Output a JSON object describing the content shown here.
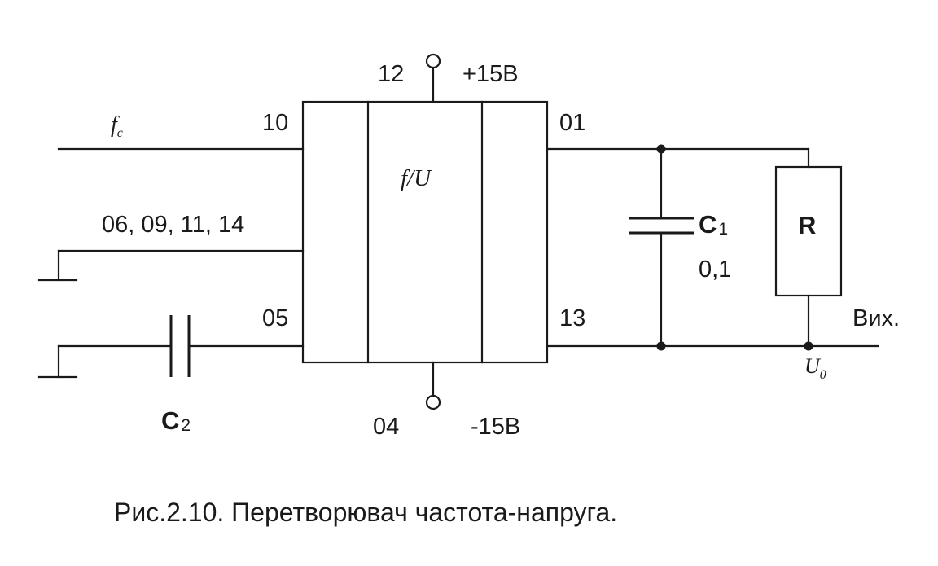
{
  "pins": {
    "p12": "12",
    "supply_pos": "+15В",
    "p10": "10",
    "p01": "01",
    "p_ground_group": "06, 09, 11, 14",
    "p05": "05",
    "p13": "13",
    "p04": "04",
    "supply_neg": "-15В"
  },
  "signals": {
    "fc_main": "f",
    "fc_sub": "c",
    "block_label": "f/U",
    "u0_main": "U",
    "u0_sub": "0",
    "output_label": "Вих."
  },
  "components": {
    "c1_letter": "C",
    "c1_index": "1",
    "c1_value": "0,1",
    "c2_letter": "C",
    "c2_index": "2",
    "r_label": "R"
  },
  "caption": "Рис.2.10. Перетворювач частота-напруга."
}
